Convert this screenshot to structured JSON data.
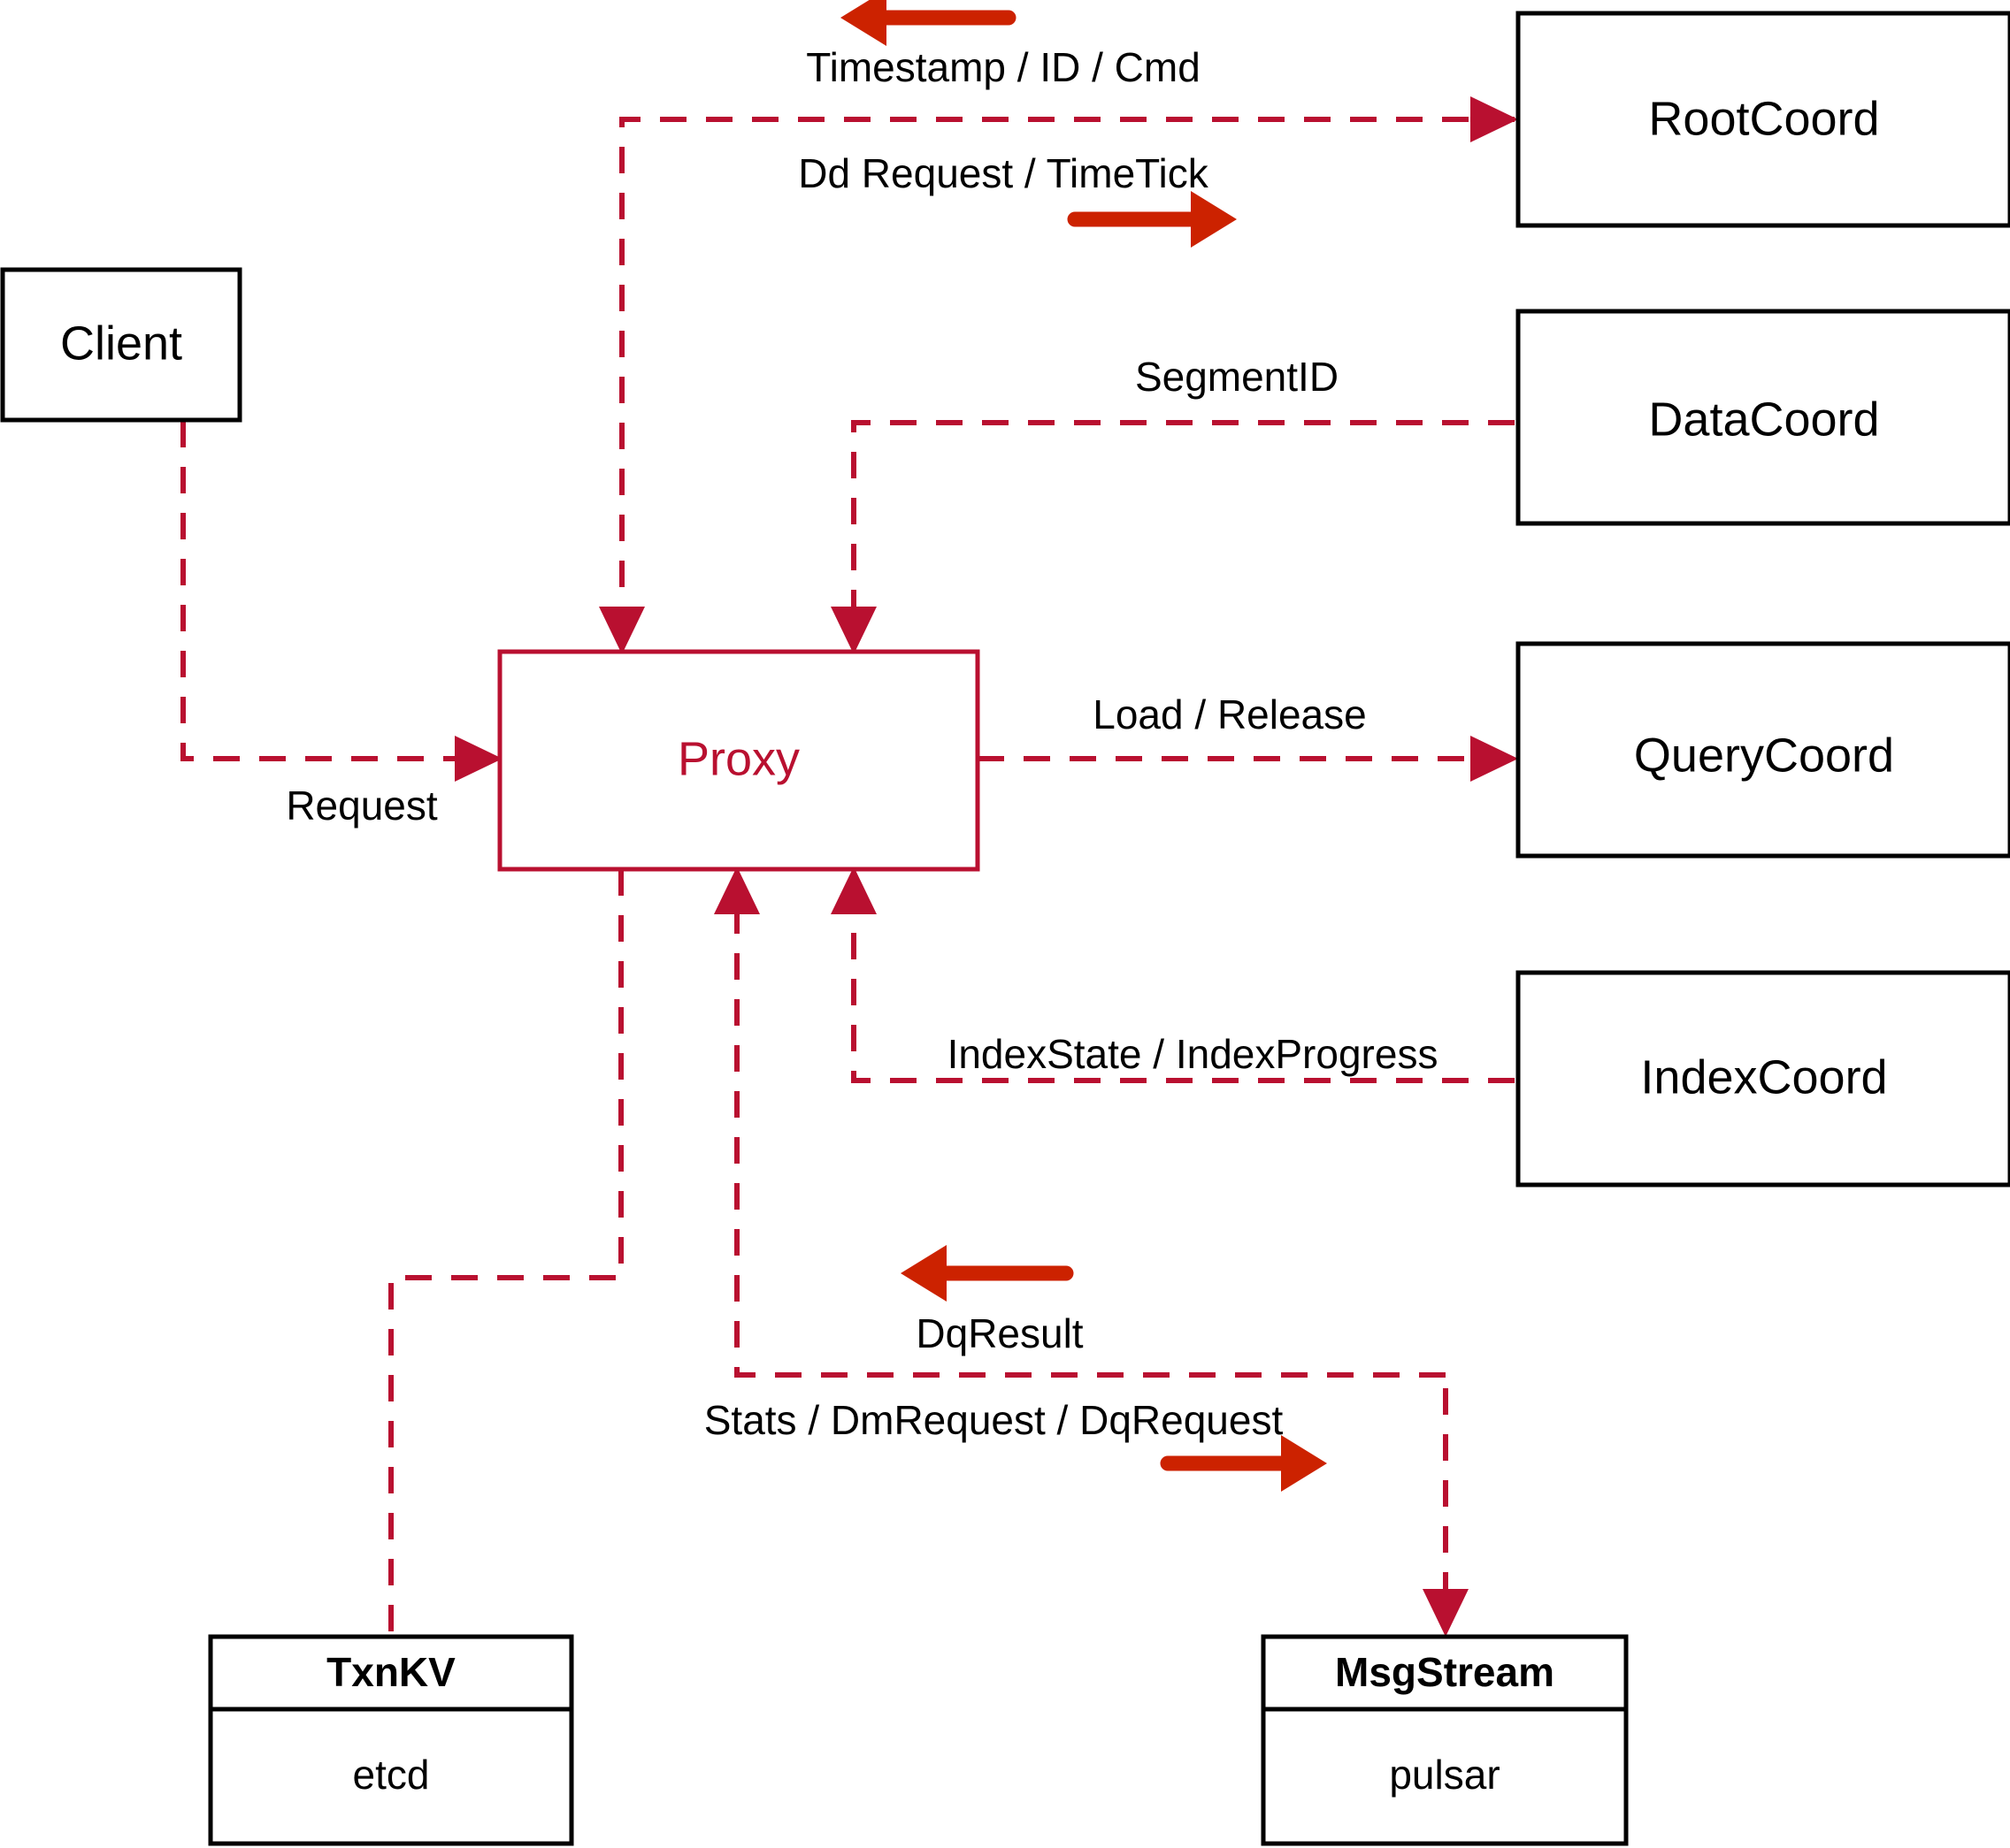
{
  "diagram": {
    "title": "Proxy component interaction diagram",
    "colors": {
      "connector": "#b91030",
      "direction_arrow": "#cc2200",
      "node_border": "#000000",
      "proxy_border": "#b91030",
      "background": "#ffffff"
    },
    "nodes": [
      {
        "id": "client",
        "label": "Client"
      },
      {
        "id": "proxy",
        "label": "Proxy"
      },
      {
        "id": "rootcoord",
        "label": "RootCoord"
      },
      {
        "id": "datacoord",
        "label": "DataCoord"
      },
      {
        "id": "querycoord",
        "label": "QueryCoord"
      },
      {
        "id": "indexcoord",
        "label": "IndexCoord"
      }
    ],
    "compound_nodes": [
      {
        "id": "txnkv",
        "title": "TxnKV",
        "impl": "etcd"
      },
      {
        "id": "msgstream",
        "title": "MsgStream",
        "impl": "pulsar"
      }
    ],
    "edge_labels": [
      {
        "id": "timestamp-id-cmd",
        "text": "Timestamp / ID / Cmd",
        "direction": "left"
      },
      {
        "id": "dd-request-timetick",
        "text": "Dd Request / TimeTick",
        "direction": "right"
      },
      {
        "id": "segmentid",
        "text": "SegmentID",
        "direction": "none"
      },
      {
        "id": "load-release",
        "text": "Load / Release",
        "direction": "none"
      },
      {
        "id": "request",
        "text": "Request",
        "direction": "none"
      },
      {
        "id": "indexstate-progress",
        "text": "IndexState / IndexProgress",
        "direction": "none"
      },
      {
        "id": "dqresult",
        "text": "DqResult",
        "direction": "left"
      },
      {
        "id": "stats-dm-dq",
        "text": "Stats / DmRequest / DqRequest",
        "direction": "right"
      }
    ]
  }
}
